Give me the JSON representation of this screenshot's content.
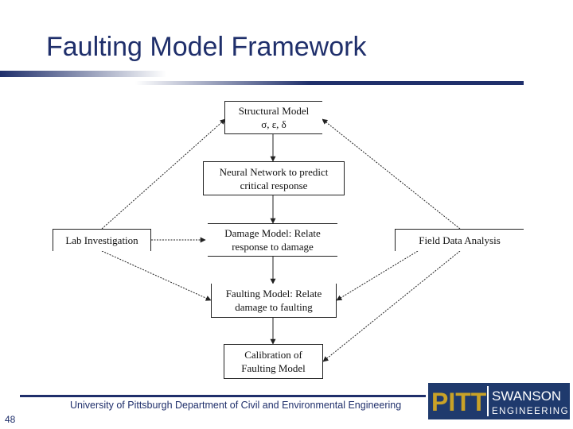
{
  "slide": {
    "title": "Faulting Model Framework",
    "footer": "University of Pittsburgh Department of Civil and Environmental Engineering",
    "page_number": "48"
  },
  "diagram": {
    "structural_model": "Structural Model\nσ, ε, δ",
    "neural_network": "Neural Network to predict\ncritical response",
    "damage_model": "Damage Model: Relate\nresponse to damage",
    "faulting_model": "Faulting Model: Relate\ndamage to faulting",
    "calibration": "Calibration of\nFaulting Model",
    "lab_investigation": "Lab Investigation",
    "field_data_analysis": "Field Data Analysis"
  },
  "logo": {
    "left_text": "PITT",
    "right_top": "SWANSON",
    "right_bottom": "ENGINEERING",
    "colors": {
      "navy": "#1f3a6d",
      "gold": "#c9a227"
    }
  },
  "colors": {
    "title": "#1f2f6b",
    "rule": "#1f2f6b"
  }
}
